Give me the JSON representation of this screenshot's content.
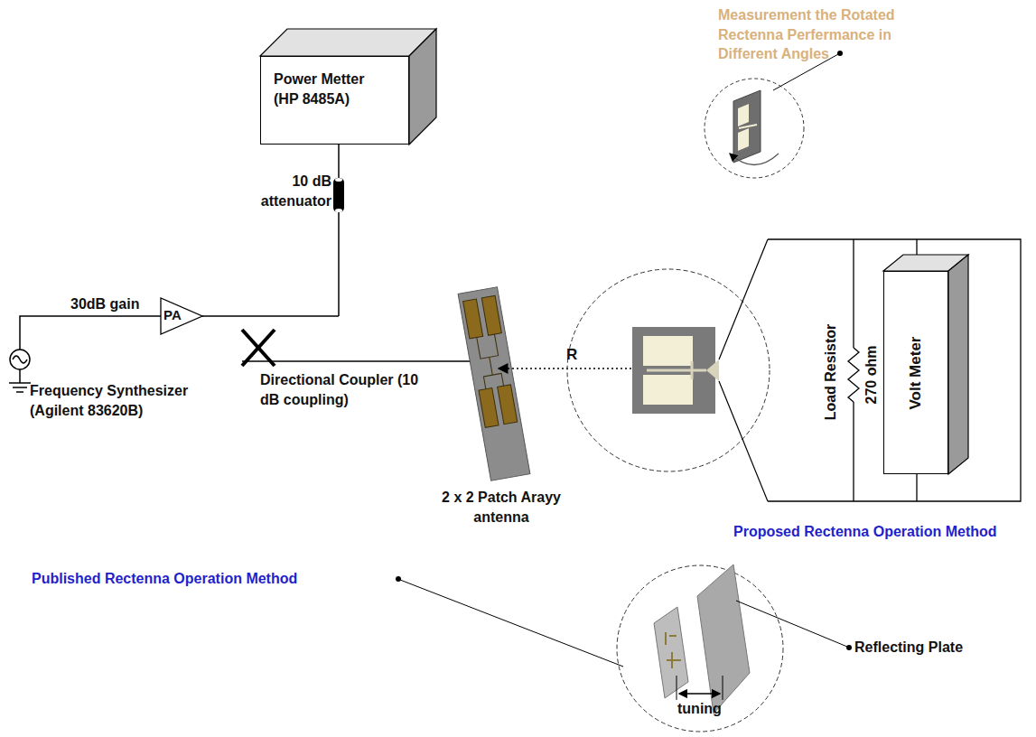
{
  "diagram": {
    "nodes": [
      {
        "text": [
          "Power Metter (HP 8485A)"
        ]
      },
      {
        "text": [
          "PA"
        ]
      },
      {
        "text": [
          "Volt Meter"
        ]
      }
    ],
    "labels": [
      "10 dB attenuator",
      "30dB gain",
      "Frequency Synthesizer (Agilent 83620B)",
      "Directional Coupler (10 dB coupling)",
      "2 x 2 Patch Arayy antenna",
      "R",
      "Load Resistor",
      "270 ohm",
      "Proposed Rectenna Operation Method",
      "Measurement the Rotated Rectenna Perfermance in Different Angles",
      "Published Rectenna Operation Method",
      "tuning",
      "Reflecting Plate"
    ]
  }
}
